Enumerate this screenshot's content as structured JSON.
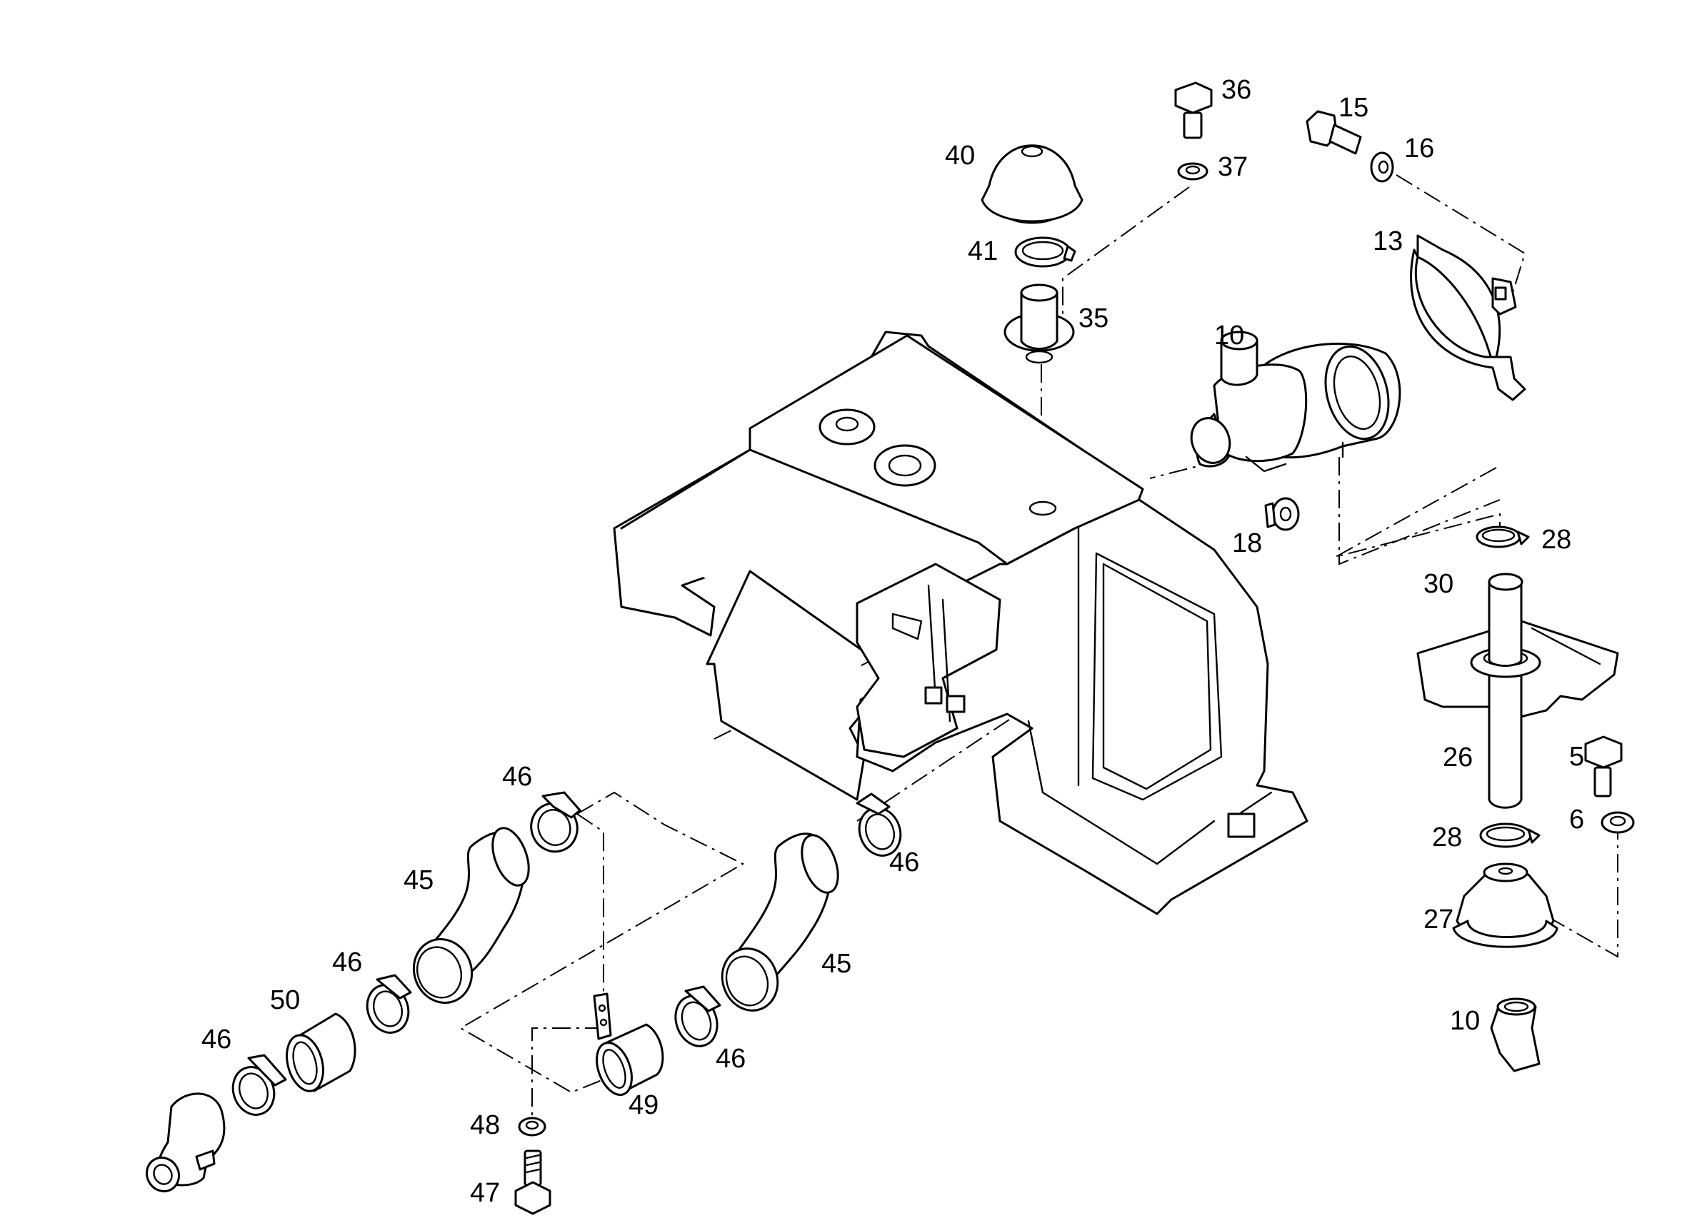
{
  "diagram": {
    "callouts": [
      {
        "id": "c36",
        "label": "36"
      },
      {
        "id": "c15",
        "label": "15"
      },
      {
        "id": "c16",
        "label": "16"
      },
      {
        "id": "c40",
        "label": "40"
      },
      {
        "id": "c37",
        "label": "37"
      },
      {
        "id": "c13",
        "label": "13"
      },
      {
        "id": "c41",
        "label": "41"
      },
      {
        "id": "c35",
        "label": "35"
      },
      {
        "id": "c10a",
        "label": "10"
      },
      {
        "id": "c18",
        "label": "18"
      },
      {
        "id": "c28a",
        "label": "28"
      },
      {
        "id": "c30",
        "label": "30"
      },
      {
        "id": "c26",
        "label": "26"
      },
      {
        "id": "c5",
        "label": "5"
      },
      {
        "id": "c6",
        "label": "6"
      },
      {
        "id": "c28b",
        "label": "28"
      },
      {
        "id": "c27",
        "label": "27"
      },
      {
        "id": "c10b",
        "label": "10"
      },
      {
        "id": "c46a",
        "label": "46"
      },
      {
        "id": "c45a",
        "label": "45"
      },
      {
        "id": "c46b",
        "label": "46"
      },
      {
        "id": "c46c",
        "label": "46"
      },
      {
        "id": "c50",
        "label": "50"
      },
      {
        "id": "c46d",
        "label": "46"
      },
      {
        "id": "c45b",
        "label": "45"
      },
      {
        "id": "c46e",
        "label": "46"
      },
      {
        "id": "c49",
        "label": "49"
      },
      {
        "id": "c48",
        "label": "48"
      },
      {
        "id": "c47",
        "label": "47"
      }
    ]
  }
}
